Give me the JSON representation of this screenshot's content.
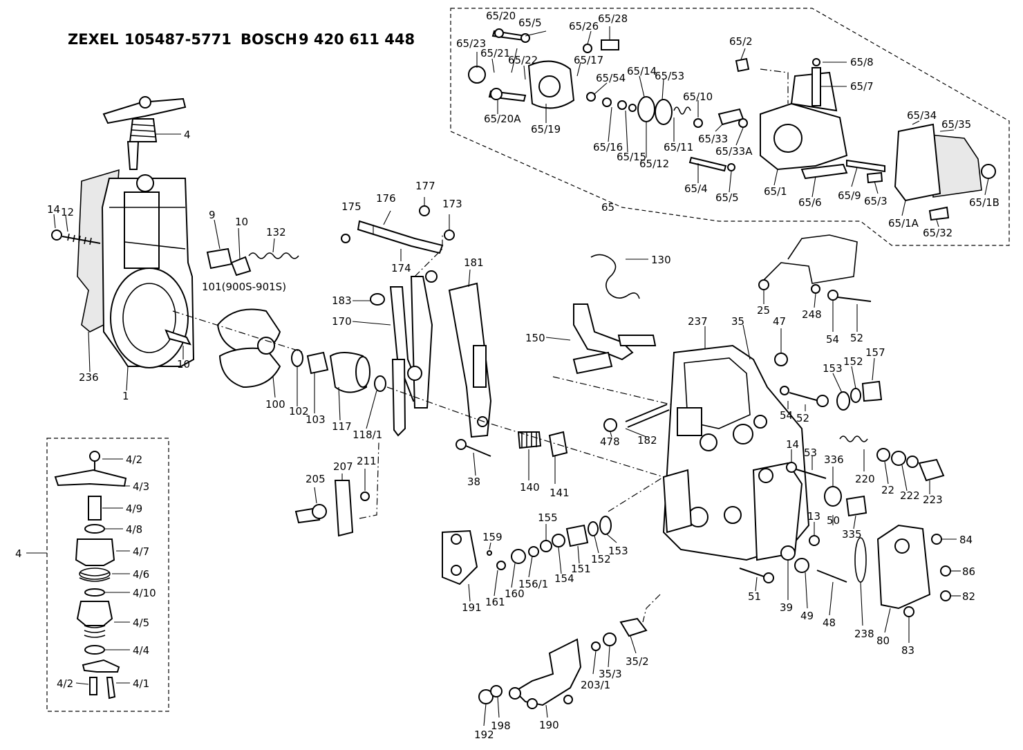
{
  "header": {
    "maker1": "ZEXEL",
    "part1": "105487-5771",
    "maker2": "BOSCH",
    "part2": "9 420 611 448"
  },
  "labels": {
    "l4": "4",
    "l14": "14",
    "l12": "12",
    "l9": "9",
    "l10a": "10",
    "l132": "132",
    "l101": "101(900S-901S)",
    "l236": "236",
    "l1": "1",
    "l10b": "10",
    "l100": "100",
    "l102": "102",
    "l103": "103",
    "l117": "117",
    "l118_1": "118/1",
    "l175": "175",
    "l176": "176",
    "l177": "177",
    "l173": "173",
    "l174": "174",
    "l183": "183",
    "l170": "170",
    "l181": "181",
    "l38": "38",
    "l140": "140",
    "l141": "141",
    "l130": "130",
    "l150": "150",
    "l65_20": "65/20",
    "l65_5a": "65/5",
    "l65_26": "65/26",
    "l65_28": "65/28",
    "l65_23": "65/23",
    "l65_21": "65/21",
    "l65_22": "65/22",
    "l65_17": "65/17",
    "l65_2": "65/2",
    "l65_8": "65/8",
    "l65_7": "65/7",
    "l65_54": "65/54",
    "l65_14": "65/14",
    "l65_53": "65/53",
    "l65_10": "65/10",
    "l65_20A": "65/20A",
    "l65_19": "65/19",
    "l65_16": "65/16",
    "l65_15": "65/15",
    "l65_12": "65/12",
    "l65_11": "65/11",
    "l65_33": "65/33",
    "l65_33A": "65/33A",
    "l65_34": "65/34",
    "l65_35": "65/35",
    "l65_4": "65/4",
    "l65_5b": "65/5",
    "l65_1": "65/1",
    "l65_6": "65/6",
    "l65_9": "65/9",
    "l65_3": "65/3",
    "l65_1B": "65/1B",
    "l65_1A": "65/1A",
    "l65_32": "65/32",
    "l65": "65",
    "l25": "25",
    "l248": "248",
    "l54a": "54",
    "l52a": "52",
    "l237": "237",
    "l35": "35",
    "l47": "47",
    "l153a": "153",
    "l152a": "152",
    "l157": "157",
    "l54b": "54",
    "l52b": "52",
    "l478": "478",
    "l182": "182",
    "l14b": "14",
    "l53": "53",
    "l336": "336",
    "l220": "220",
    "l22": "22",
    "l222": "222",
    "l223": "223",
    "l13": "13",
    "l50": "50",
    "l335": "335",
    "l84": "84",
    "l86": "86",
    "l82": "82",
    "l51": "51",
    "l39": "39",
    "l49": "49",
    "l48": "48",
    "l238": "238",
    "l80": "80",
    "l83": "83",
    "l205": "205",
    "l207": "207",
    "l211": "211",
    "l155": "155",
    "l159": "159",
    "l191": "191",
    "l161": "161",
    "l160": "160",
    "l156_1": "156/1",
    "l154": "154",
    "l151": "151",
    "l152b": "152",
    "l153b": "153",
    "l35_2": "35/2",
    "l35_3": "35/3",
    "l203_1": "203/1",
    "l192": "192",
    "l198": "198",
    "l190": "190",
    "l4_2a": "4/2",
    "l4_3": "4/3",
    "l4_9": "4/9",
    "l4_8": "4/8",
    "l4_7": "4/7",
    "l4_6": "4/6",
    "l4_10": "4/10",
    "l4_5": "4/5",
    "l4_4": "4/4",
    "l4_1": "4/1",
    "l4_2b": "4/2",
    "l4box": "4"
  }
}
